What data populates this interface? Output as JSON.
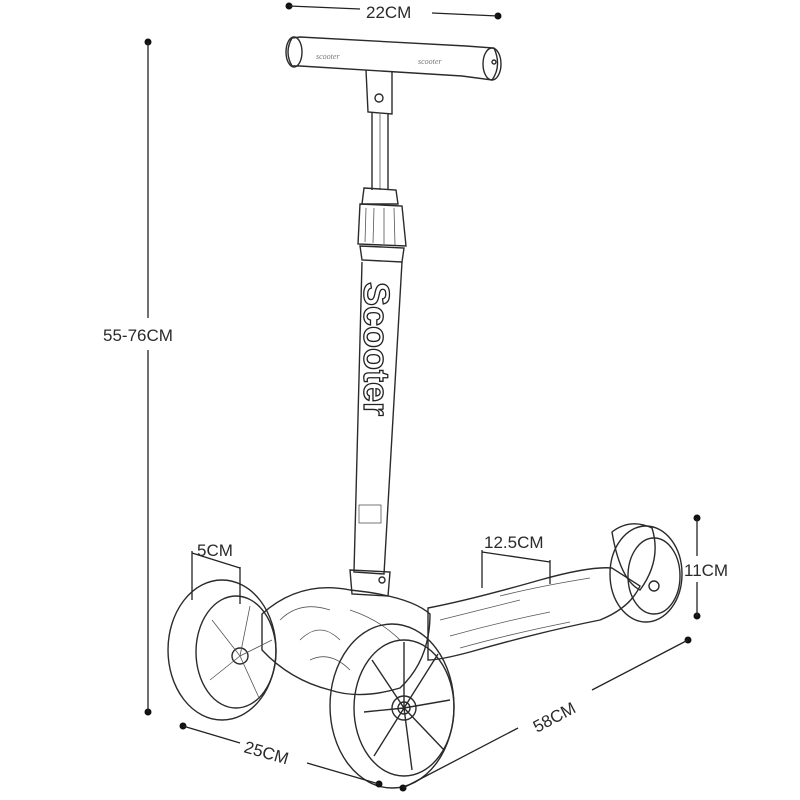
{
  "diagram": {
    "subject": "Kids three-wheel kick scooter with adjustable T-bar handle (line drawing)",
    "stem_text": "Scooter",
    "handle_text": "scooter",
    "colors": {
      "line": "#2b2b2b",
      "background": "#ffffff",
      "dimension": "#222222"
    }
  },
  "dimensions": {
    "handle_width": {
      "label": "22CM",
      "meaning": "handlebar width"
    },
    "height": {
      "label": "55-76CM",
      "meaning": "adjustable total height"
    },
    "wheel_width": {
      "label": "5CM",
      "meaning": "front wheel width"
    },
    "deck_width": {
      "label": "12.5CM",
      "meaning": "deck width"
    },
    "rear_wheel_height": {
      "label": "11CM",
      "meaning": "rear wheel height"
    },
    "front_track": {
      "label": "25CM",
      "meaning": "front wheel track width"
    },
    "length": {
      "label": "58CM",
      "meaning": "total length"
    }
  }
}
